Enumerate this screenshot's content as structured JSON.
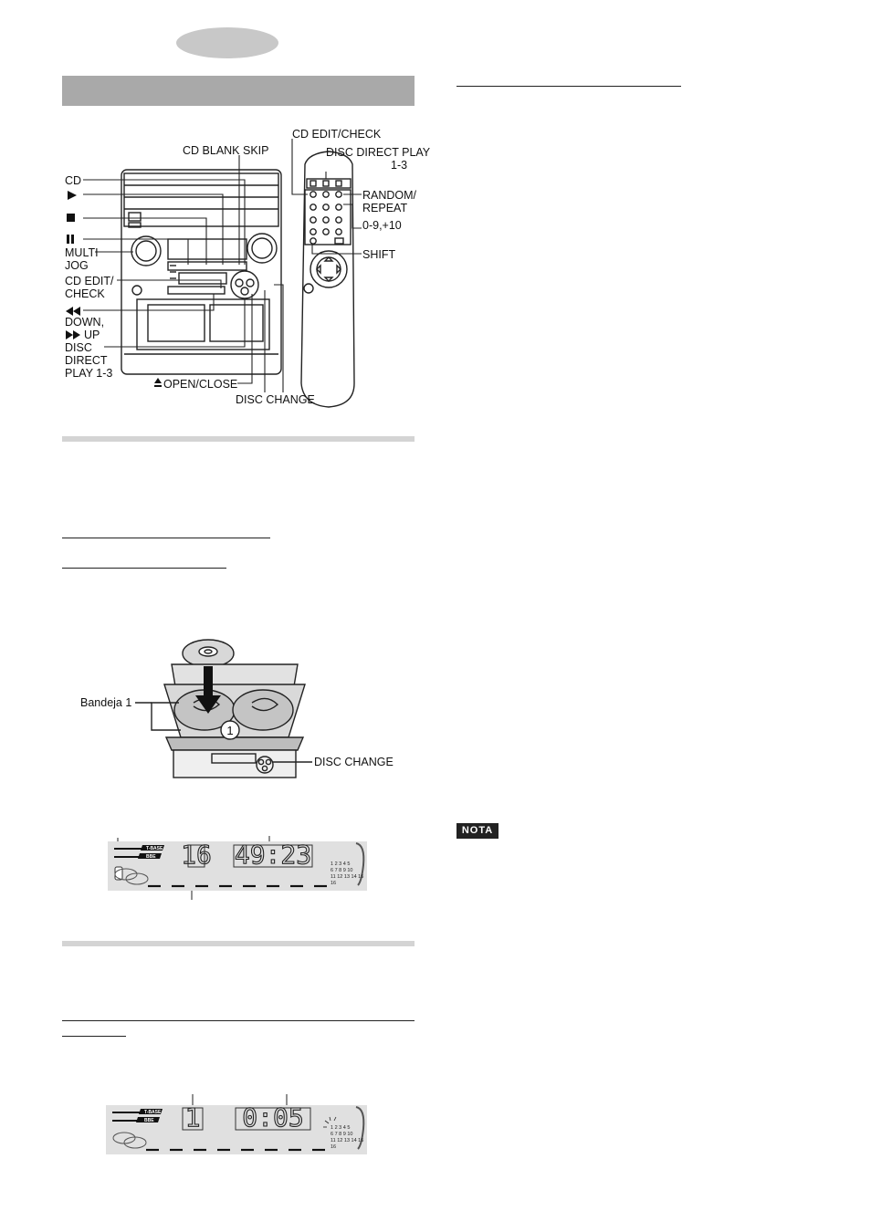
{
  "diagram": {
    "top_labels": {
      "cd_blank_skip": "CD BLANK SKIP",
      "cd_edit_check_remote": "CD EDIT/CHECK",
      "disc_direct_play_remote_1": "DISC DIRECT PLAY",
      "disc_direct_play_remote_2": "1-3"
    },
    "left_labels": {
      "cd": "CD",
      "multi_jog_1": "MULTI",
      "multi_jog_2": "JOG",
      "cd_edit_check_1": "CD EDIT/",
      "cd_edit_check_2": "CHECK",
      "down": "DOWN,",
      "up": "UP",
      "disc_1": "DISC",
      "disc_2": "DIRECT",
      "disc_3": "PLAY 1-3"
    },
    "right_labels": {
      "random_repeat_1": "RANDOM/",
      "random_repeat_2": "REPEAT",
      "digits": "0-9,+10",
      "shift": "SHIFT"
    },
    "bottom_labels": {
      "open_close": "OPEN/CLOSE",
      "disc_change": "DISC CHANGE"
    }
  },
  "tray_figure": {
    "tray_label": "Bandeja 1",
    "disc_change_label": "DISC CHANGE",
    "tray_number": "1"
  },
  "display_1": {
    "track": "16",
    "time": "49:23",
    "tag_1": "T-BASE",
    "tag_2": "BBE",
    "grid_rows": [
      "1 2 3 4 5",
      "6 7 8 9 10",
      "11 12 13 14 15",
      "16"
    ]
  },
  "display_2": {
    "track": "1",
    "time": "0:05",
    "tag_1": "T-BASE",
    "tag_2": "BBE",
    "grid_rows": [
      "1 2 3 4 5",
      "6 7 8 9 10",
      "11 12 13 14 15",
      "16"
    ]
  },
  "note_badge": "NOTA"
}
